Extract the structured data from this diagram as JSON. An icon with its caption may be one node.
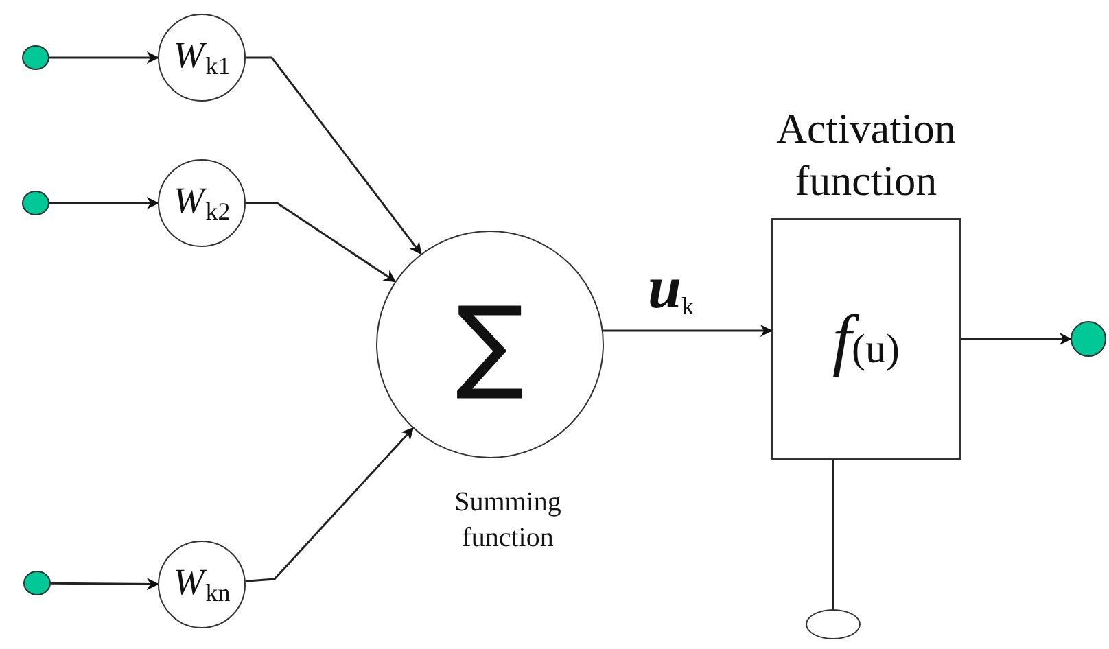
{
  "diagram": {
    "nodes": [
      {
        "text": [],
        "shape": "circle"
      },
      {
        "text": [
          "*W*$_{k1}$"
        ]
      },
      {
        "text": [],
        "shape": "circle"
      },
      {
        "text": [
          "*W*$_{k2}$"
        ]
      },
      {
        "text": [],
        "shape": "circle"
      },
      {
        "text": [
          "*W*$_{kn}$"
        ]
      },
      {
        "text": [
          "∑"
        ],
        "beside": [
          "Summing function"
        ]
      },
      {
        "text": [
          "Activation function",
          "*f*(u)"
        ]
      },
      {
        "text": [],
        "shape": "circle"
      },
      {
        "text": [],
        "shape": "circle"
      }
    ],
    "edges": [
      {
        "from": 0,
        "to": 1,
        "arrow": "to"
      },
      {
        "from": 2,
        "to": 3,
        "arrow": "to"
      },
      {
        "from": 4,
        "to": 5,
        "arrow": "to"
      },
      {
        "from": 1,
        "to": 6,
        "arrow": "to"
      },
      {
        "from": 3,
        "to": 6,
        "arrow": "to"
      },
      {
        "from": 5,
        "to": 6,
        "arrow": "to"
      },
      {
        "from": 6,
        "to": 7,
        "arrow": "to",
        "label": "*u*$_{k}$"
      },
      {
        "from": 7,
        "to": 8,
        "arrow": "to"
      },
      {
        "from": 7,
        "to": 9,
        "arrow": "none"
      }
    ]
  }
}
